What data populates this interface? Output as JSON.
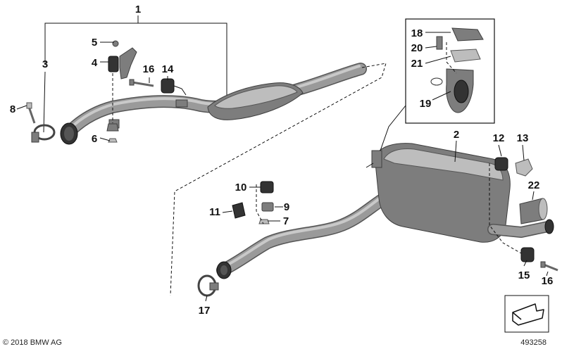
{
  "part_numbers": {
    "p1": "1",
    "p2": "2",
    "p3": "3",
    "p4": "4",
    "p5": "5",
    "p6": "6",
    "p7": "7",
    "p8": "8",
    "p9": "9",
    "p10": "10",
    "p11": "11",
    "p12": "12",
    "p13": "13",
    "p14": "14",
    "p15": "15",
    "p16a": "16",
    "p16b": "16",
    "p17": "17",
    "p18": "18",
    "p19": "19",
    "p20": "20",
    "p21": "21",
    "p22": "22"
  },
  "footer": {
    "copyright": "© 2018 BMW AG",
    "diagram_id": "493258"
  },
  "colors": {
    "line": "#111111",
    "pipe": "#9a9a9a",
    "part": "#7d7d7d"
  }
}
